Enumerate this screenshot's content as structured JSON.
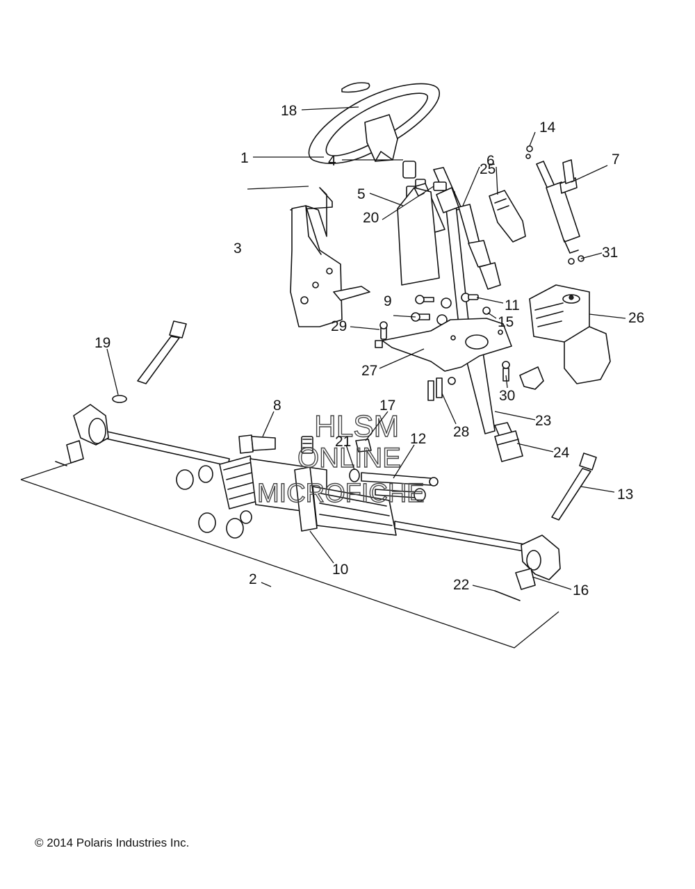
{
  "watermark": {
    "line1": "HLSM",
    "line2": "ONLINE",
    "line3": "MICROFICHE"
  },
  "callouts": [
    "1",
    "2",
    "3",
    "4",
    "5",
    "6",
    "7",
    "8",
    "9",
    "10",
    "11",
    "12",
    "13",
    "14",
    "15",
    "16",
    "17",
    "18",
    "19",
    "20",
    "21",
    "22",
    "23",
    "24",
    "25",
    "26",
    "27",
    "28",
    "29",
    "30",
    "31"
  ],
  "copyright": "© 2014 Polaris Industries Inc."
}
